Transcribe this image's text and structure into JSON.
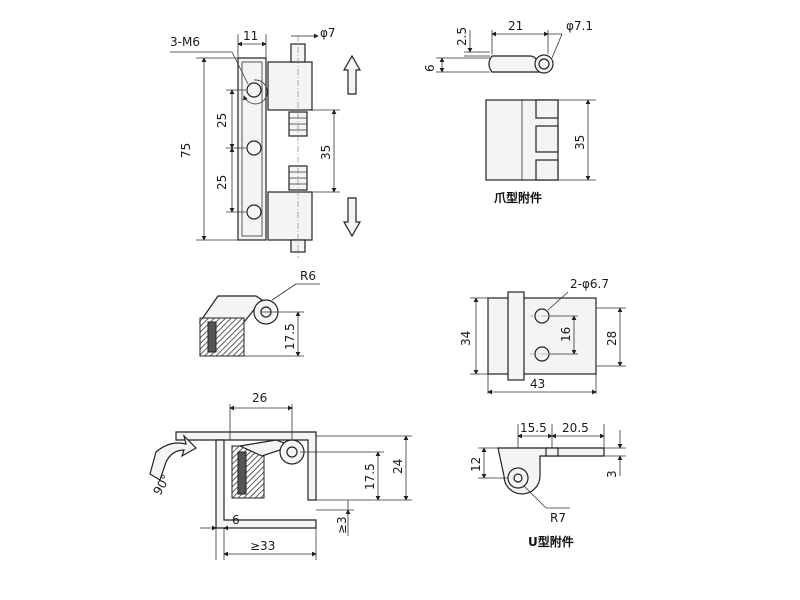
{
  "colors": {
    "line": "#222222",
    "fill": "#f4f4f4",
    "hatch": "#555555"
  },
  "views": {
    "main": {
      "holes_label": "3-M6",
      "dim_width": "11",
      "dim_pin": "φ7",
      "dim_height": "75",
      "dim_pitch_1": "25",
      "dim_pitch_2": "25",
      "dim_knuckle": "35"
    },
    "claw": {
      "dim_thickness": "2.5",
      "dim_length": "21",
      "dim_hole": "φ7.1",
      "dim_offset": "6",
      "dim_height": "35",
      "caption": "爪型附件"
    },
    "side": {
      "dim_radius": "R6",
      "dim_height": "17.5"
    },
    "plate": {
      "holes_label": "2-φ6.7",
      "dim_height": "34",
      "dim_hole_pitch": "16",
      "dim_inner": "28",
      "dim_width": "43"
    },
    "install": {
      "dim_span": "26",
      "dim_angle": "90°",
      "dim_height_1": "17.5",
      "dim_height_2": "24",
      "dim_gap": "≥3",
      "dim_offset": "6",
      "dim_min": "≥33"
    },
    "u_type": {
      "dim_left": "15.5",
      "dim_right": "20.5",
      "dim_height": "12",
      "dim_thickness": "3",
      "dim_radius": "R7",
      "caption": "U型附件"
    }
  }
}
